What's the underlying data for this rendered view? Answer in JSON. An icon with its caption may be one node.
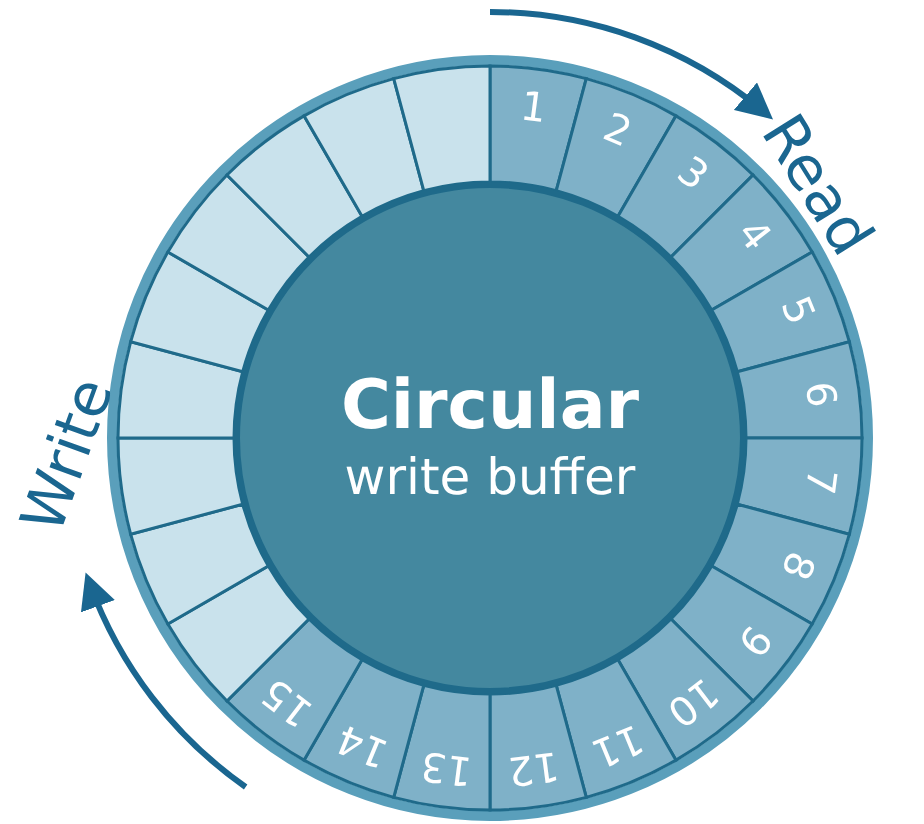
{
  "diagram": {
    "nodes": [
      {
        "text": [
          "Circular",
          "write buffer"
        ]
      },
      {
        "text": [
          "1"
        ]
      },
      {
        "text": [
          "2"
        ]
      },
      {
        "text": [
          "3"
        ]
      },
      {
        "text": [
          "4"
        ]
      },
      {
        "text": [
          "5"
        ]
      },
      {
        "text": [
          "6"
        ]
      },
      {
        "text": [
          "7"
        ]
      },
      {
        "text": [
          "8"
        ]
      },
      {
        "text": [
          "9"
        ]
      },
      {
        "text": [
          "10"
        ]
      },
      {
        "text": [
          "11"
        ]
      },
      {
        "text": [
          "12"
        ]
      },
      {
        "text": [
          "13"
        ]
      },
      {
        "text": [
          "14"
        ]
      },
      {
        "text": [
          "15"
        ]
      },
      {
        "text": [],
        "shape": "box"
      },
      {
        "text": [],
        "shape": "box"
      },
      {
        "text": [],
        "shape": "box"
      },
      {
        "text": [],
        "shape": "box"
      },
      {
        "text": [],
        "shape": "box"
      },
      {
        "text": [],
        "shape": "box"
      },
      {
        "text": [],
        "shape": "box"
      },
      {
        "text": [],
        "shape": "box"
      },
      {
        "text": [],
        "shape": "box"
      }
    ],
    "edges": [],
    "labels": [
      "Read",
      "Write"
    ]
  }
}
